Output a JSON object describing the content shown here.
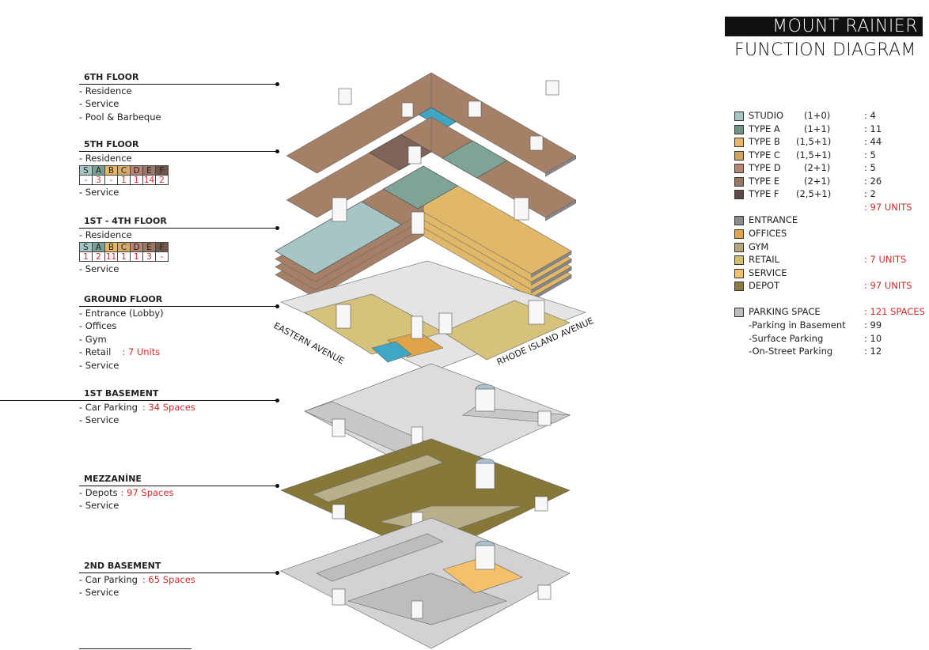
{
  "title": {
    "main": "MOUNT RAINIER",
    "sub": "FUNCTION DIAGRAM"
  },
  "floors": [
    {
      "name": "6TH FLOOR",
      "items": [
        "- Residence",
        "- Service",
        "- Pool & Barbeque"
      ]
    },
    {
      "name": "5TH FLOOR",
      "items_before": [
        "- Residence"
      ],
      "table": {
        "headers": [
          "S",
          "A",
          "B",
          "C",
          "D",
          "E",
          "F"
        ],
        "values": [
          "-",
          "3",
          "-",
          "1",
          "1",
          "14",
          "2"
        ]
      },
      "items_after": [
        "- Service"
      ]
    },
    {
      "name": "1ST - 4TH FLOOR",
      "items_before": [
        "- Residence"
      ],
      "table": {
        "headers": [
          "S",
          "A",
          "B",
          "C",
          "D",
          "E",
          "F"
        ],
        "values": [
          "1",
          "2",
          "11",
          "1",
          "1",
          "3",
          "-"
        ]
      },
      "items_after": [
        "- Service"
      ]
    },
    {
      "name": "GROUND FLOOR",
      "items": [
        "- Entrance (Lobby)",
        "- Offices",
        "- Gym",
        "- Retail",
        "- Service"
      ],
      "retail_value": ": 7 Units"
    },
    {
      "name": "1ST BASEMENT",
      "items": [
        "- Car Parking",
        "- Service"
      ],
      "parking_value": ": 34 Spaces"
    },
    {
      "name": "MEZZANİNE",
      "items": [
        "- Depots",
        "- Service"
      ],
      "depot_value": ": 97 Spaces"
    },
    {
      "name": "2ND BASEMENT",
      "items": [
        "- Car Parking",
        "- Service"
      ],
      "parking_value": ": 65 Spaces"
    }
  ],
  "table_header_colors": [
    "#a6c6c6",
    "#7aa091",
    "#e6b866",
    "#d6aa6a",
    "#b88474",
    "#9a7764",
    "#70574c"
  ],
  "legend": {
    "units": [
      {
        "name": "STUDIO",
        "code": "(1+0)",
        "value": ":   4",
        "color": "#a6c6c6"
      },
      {
        "name": "TYPE A",
        "code": "(1+1)",
        "value": ":  11",
        "color": "#6f9585"
      },
      {
        "name": "TYPE B",
        "code": "(1,5+1)",
        "value": ":  44",
        "color": "#e8b866"
      },
      {
        "name": "TYPE C",
        "code": "(1,5+1)",
        "value": ":   5",
        "color": "#d2a45e"
      },
      {
        "name": "TYPE D",
        "code": "(2+1)",
        "value": ":   5",
        "color": "#b88474"
      },
      {
        "name": "TYPE E",
        "code": "(2+1)",
        "value": ":  26",
        "color": "#9a7764"
      },
      {
        "name": "TYPE F",
        "code": "(2,5+1)",
        "value": ":   2",
        "color": "#5f4a42"
      }
    ],
    "units_total": ":  97 UNITS",
    "functions": [
      {
        "name": "ENTRANCE",
        "value": "",
        "color": "#8c8c86"
      },
      {
        "name": "OFFICES",
        "value": "",
        "color": "#e0a448"
      },
      {
        "name": "GYM",
        "value": "",
        "color": "#b5a57c"
      },
      {
        "name": "RETAIL",
        "value": ":    7 UNITS",
        "color": "#d4bf6c"
      },
      {
        "name": "SERVICE",
        "value": "",
        "color": "#f4c16a"
      },
      {
        "name": "DEPOT",
        "value": ":  97 UNITS",
        "color": "#8a7a3f"
      }
    ],
    "parking": {
      "name": "PARKING SPACE",
      "value": ": 121 SPACES",
      "color": "#bdbdbd"
    },
    "parking_items": [
      {
        "name": "-Parking in Basement",
        "value": ":  99"
      },
      {
        "name": "-Surface Parking",
        "value": ":  10"
      },
      {
        "name": "-On-Street Parking",
        "value": ":  12"
      }
    ]
  },
  "streets": {
    "left": "EASTERN AVENUE",
    "right": "RHODE ISLAND AVENUE"
  },
  "colors": {
    "residence_brown": "#a58067",
    "residence_dark": "#7d6456",
    "type_b": "#e0b868",
    "type_a": "#7ea496",
    "studio": "#a6c6c6",
    "pool": "#3fa6c4",
    "retail": "#d6c27a",
    "depot": "#857838",
    "parking": "#d2d2d2",
    "plaza": "#e4e4e4"
  }
}
